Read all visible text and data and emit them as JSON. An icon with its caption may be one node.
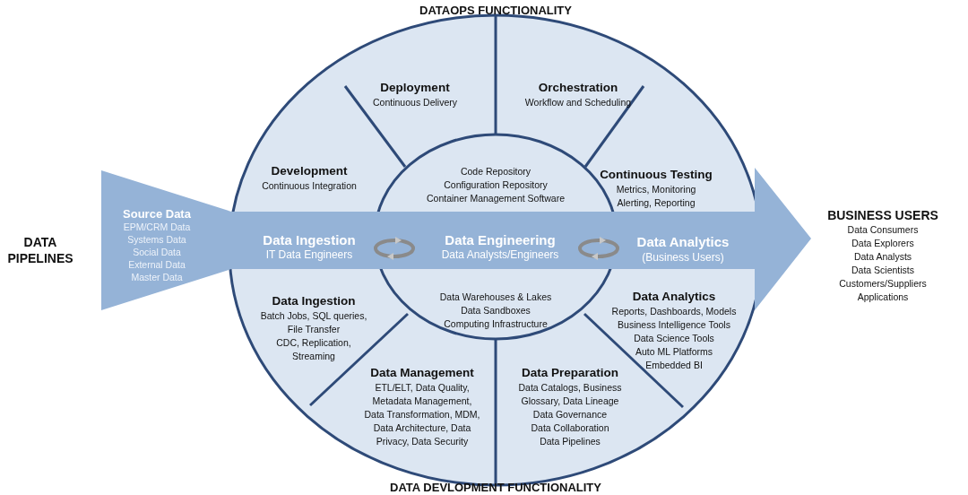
{
  "diagram": {
    "nodes": [
      {
        "text": [
          "Development",
          "Continuous Integration"
        ]
      },
      {
        "text": [
          "Deployment",
          "Continuous Delivery"
        ]
      },
      {
        "text": [
          "Orchestration",
          "Workflow and Scheduling"
        ]
      },
      {
        "text": [
          "Continuous Testing",
          "Metrics, Monitoring Alerting, Reporting"
        ]
      },
      {
        "text": [
          "Code Repository",
          "Configuration Repository",
          "Container Management Software"
        ]
      },
      {
        "text": [
          "Data Ingestion",
          "Batch Jobs, SQL queries, File Transfer CDC, Replication, Streaming"
        ]
      },
      {
        "text": [
          "Data Warehouses & Lakes",
          "Data Sandboxes",
          "Computing Infrastructure"
        ]
      },
      {
        "text": [
          "Data Management",
          "ETL/ELT, Data Quality, Metadata Management, Data Transformation, MDM, Data Architecture, Data Privacy, Data Security"
        ]
      },
      {
        "text": [
          "Data Preparation",
          "Data Catalogs, Business Glossary, Data Lineage Data Governance Data Collaboration Data Pipelines"
        ]
      },
      {
        "text": [
          "Data Analytics",
          "Reports, Dashboards, Models Business Intelligence Tools Data Science Tools Auto ML Platforms Embedded BI"
        ]
      },
      {
        "text": [
          "Source Data",
          "EPM/CRM Data",
          "Systems Data",
          "Social Data",
          "External Data",
          "Master Data",
          "Data Ingestion",
          "IT Data Engineers",
          "Data Engineering",
          "Data Analysts/Engineers",
          "Data Analytics",
          "(Business Users)"
        ]
      }
    ],
    "labels": [
      "DATAOPS FUNCTIONALITY",
      "DATA PIPELINES",
      "BUSINESS USERS",
      "Data Consumers",
      "Data Explorers",
      "Data Analysts",
      "Data Scientists",
      "Customers/Suppliers",
      "Applications",
      "DATA DEVLOPMENT FUNCTIONALITY"
    ]
  }
}
